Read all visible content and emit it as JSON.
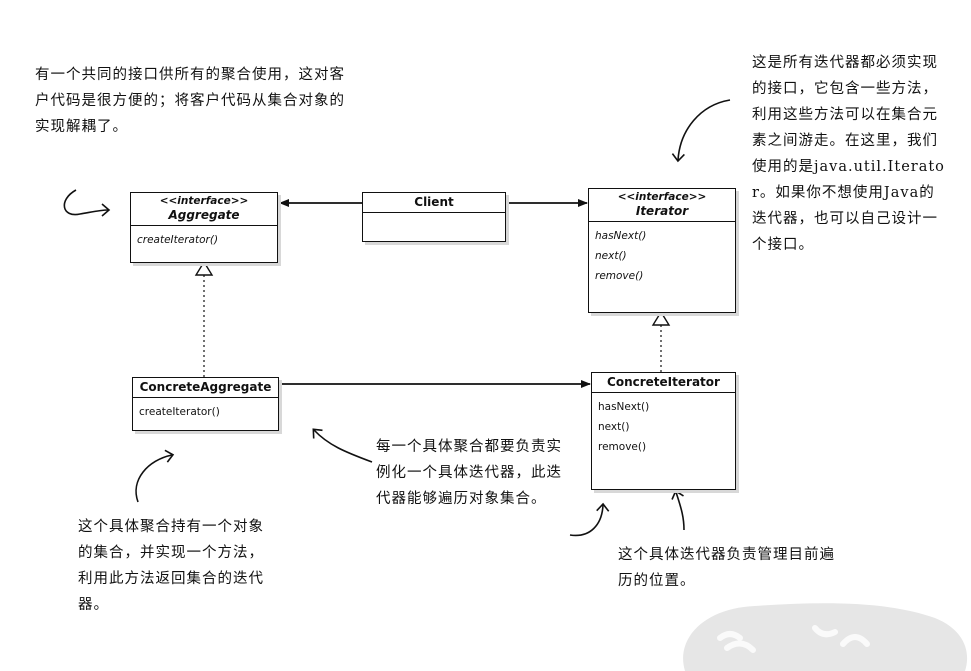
{
  "classes": {
    "aggregate": {
      "stereotype": "<<interface>>",
      "name": "Aggregate",
      "methods": [
        "createIterator()"
      ]
    },
    "client": {
      "name": "Client"
    },
    "iterator": {
      "stereotype": "<<interface>>",
      "name": "Iterator",
      "methods": [
        "hasNext()",
        "next()",
        "remove()"
      ]
    },
    "concrete_aggregate": {
      "name": "ConcreteAggregate",
      "methods": [
        "createIterator()"
      ]
    },
    "concrete_iterator": {
      "name": "ConcreteIterator",
      "methods": [
        "hasNext()",
        "next()",
        "remove()"
      ]
    }
  },
  "annotations": {
    "aggregate_note": "有一个共同的接口供所有的聚合使用，这对客户代码是很方便的；将客户代码从集合对象的实现解耦了。",
    "iterator_note": "这是所有迭代器都必须实现的接口，它包含一些方法，利用这些方法可以在集合元素之间游走。在这里，我们使用的是java.util.Iterator。如果你不想使用Java的迭代器，也可以自己设计一个接口。",
    "concrete_aggregate_note": "这个具体聚合持有一个对象的集合，并实现一个方法，利用此方法返回集合的迭代器。",
    "instantiate_note": "每一个具体聚合都要负责实例化一个具体迭代器，此迭代器能够遍历对象集合。",
    "concrete_iterator_note": "这个具体迭代器负责管理目前遍历的位置。"
  }
}
